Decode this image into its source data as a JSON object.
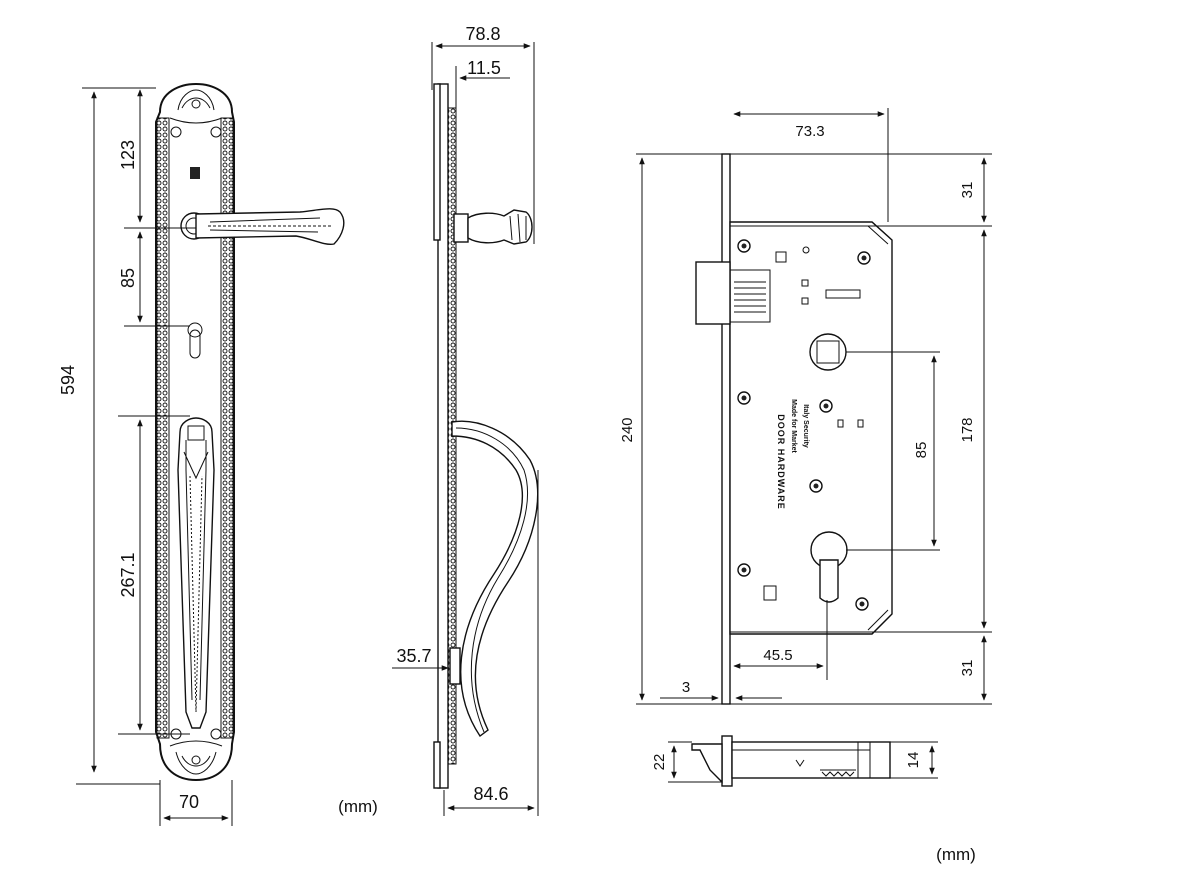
{
  "front_view": {
    "dim_height": "594",
    "dim_top_to_handle": "123",
    "dim_handle_to_keyhole": "85",
    "dim_lower_handle": "267.1",
    "dim_width": "70"
  },
  "side_view": {
    "dim_total_depth": "78.8",
    "dim_plate_thickness": "11.5",
    "dim_lower_offset": "35.7",
    "dim_pull_depth": "84.6",
    "unit_label": "(mm)"
  },
  "lock_body": {
    "dim_backset_width": "73.3",
    "dim_top_margin": "31",
    "dim_total_height": "240",
    "dim_body_height": "178",
    "dim_center_distance": "85",
    "dim_backset": "45.5",
    "dim_faceplate": "3",
    "dim_bottom_margin": "31",
    "dim_bolt_height": "22",
    "dim_case_depth": "14",
    "engraving_brand": "DOOR HARDWARE",
    "engraving_made": "Made for Market",
    "engraving_origin": "Italy Security",
    "unit_label": "(mm)"
  }
}
